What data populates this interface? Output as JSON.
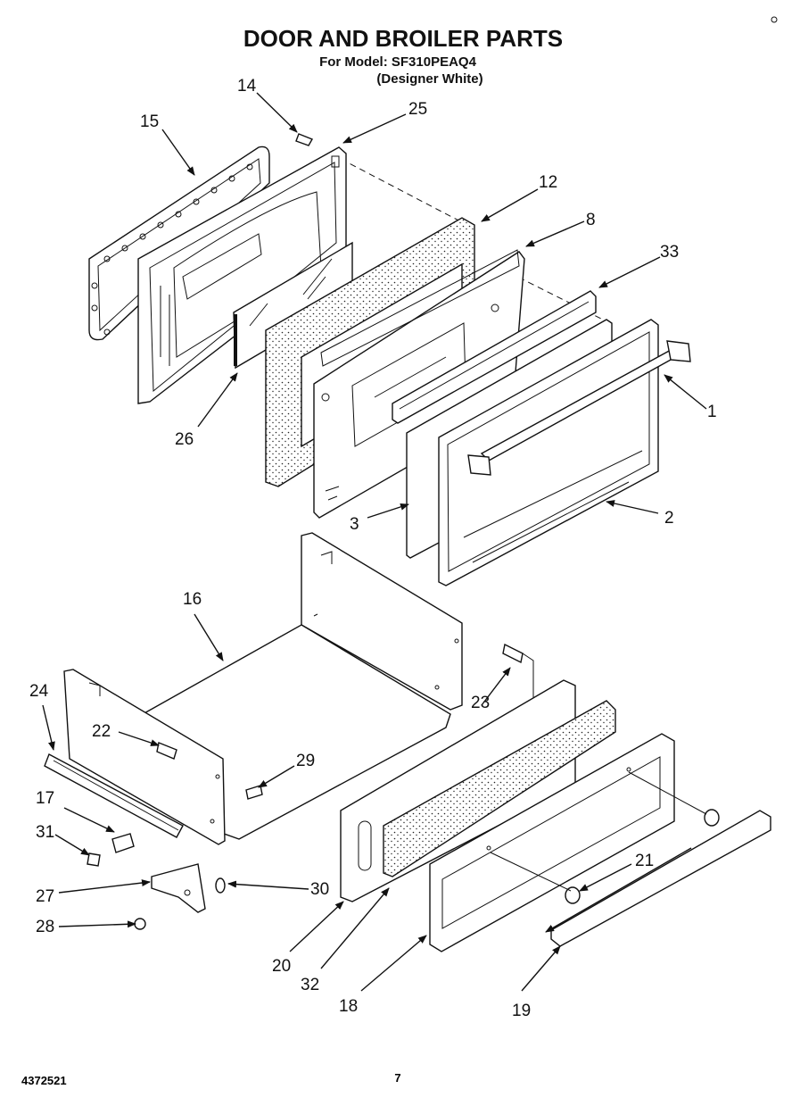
{
  "header": {
    "title": "DOOR AND BROILER PARTS",
    "model_line": "For Model: SF310PEAQ4",
    "color_line": "(Designer White)"
  },
  "footer": {
    "doc_number": "4372521",
    "page_number": "7"
  },
  "callouts": [
    "1",
    "2",
    "3",
    "8",
    "12",
    "14",
    "15",
    "16",
    "17",
    "18",
    "19",
    "20",
    "21",
    "22",
    "23",
    "24",
    "25",
    "26",
    "27",
    "28",
    "29",
    "30",
    "31",
    "32",
    "33"
  ]
}
